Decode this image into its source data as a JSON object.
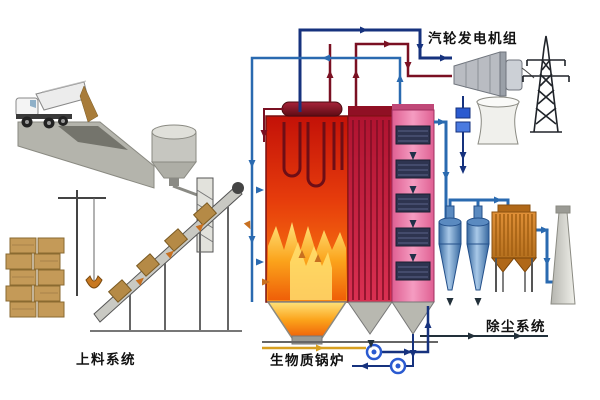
{
  "labels": {
    "turbine_system": "汽轮发电机组",
    "feeding_system": "上料系统",
    "biomass_boiler": "生物质锅炉",
    "dust_removal_system": "除尘系统"
  },
  "palette": {
    "furnace_red": "#c31108",
    "flame_orange": "#fba31b",
    "flame_yellow": "#ffe27a",
    "boiler_pink": "#f59cc1",
    "pipe_navy": "#16327e",
    "pipe_maroon": "#7a1022",
    "duct_blue": "#2a6ab0",
    "material_brown": "#c49a58",
    "baghouse_orange": "#d0832c",
    "cyclone_blue": "#36679f",
    "steel_gray": "#b9bcc2",
    "feedwater_gold": "#d8a020"
  }
}
